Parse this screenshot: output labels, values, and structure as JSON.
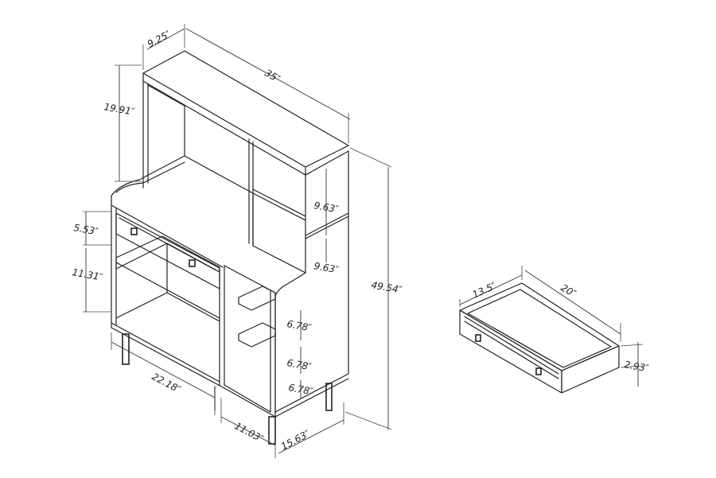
{
  "labels": {
    "depth_top": "9.25″",
    "width": "35″",
    "hutch_height": "19.91″",
    "total_height": "49.54″",
    "upper_cubby": "9.63″",
    "lower_cubby": "9.63″",
    "drawer_front": "5.53″",
    "open_shelf": "11.31″",
    "side_shelf_1": "6.78″",
    "side_shelf_2": "6.78″",
    "side_shelf_3": "6.78″",
    "left_width": "22.18″",
    "right_width": "11.03″",
    "base_depth": "15.63″",
    "drawer_depth": "13.5″",
    "drawer_width": "20″",
    "drawer_height": "2.93″"
  }
}
